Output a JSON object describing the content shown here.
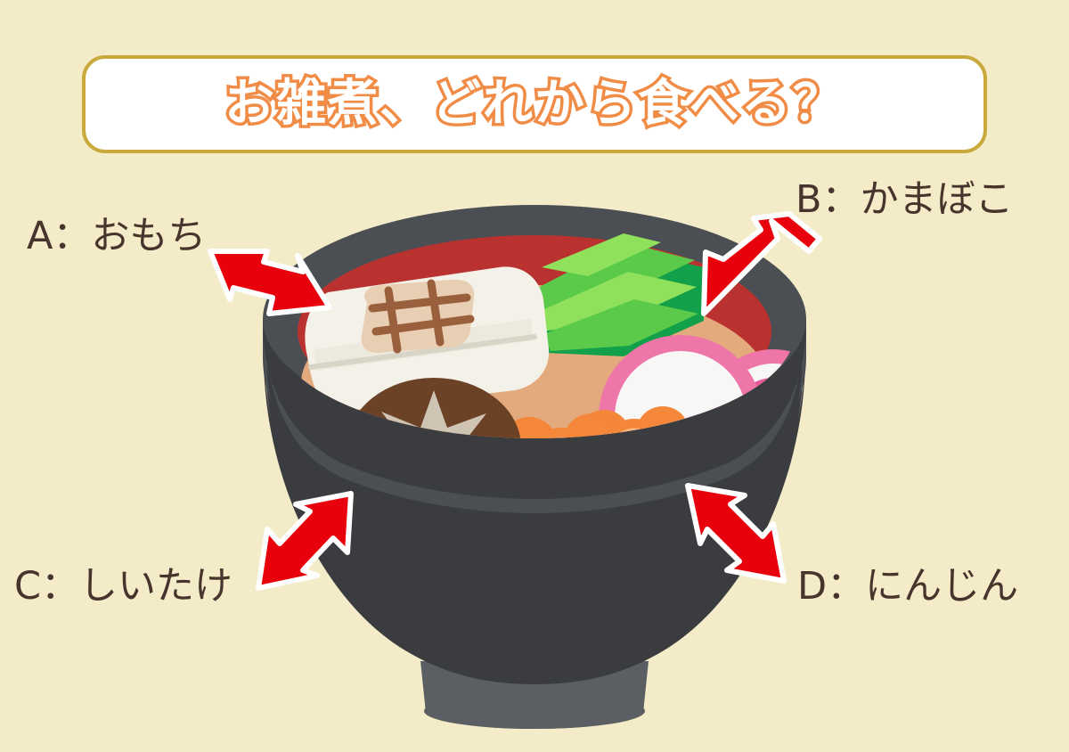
{
  "background_color": "#f4ecc8",
  "title": {
    "text": "お雑煮、どれから食べる？",
    "fill_color": "#ffffff",
    "outline_color": "#f08c46",
    "box_border_color": "#c9a93b",
    "box_fill_color": "#ffffff"
  },
  "options": [
    {
      "key": "A",
      "label": "A：おもち",
      "item": "mochi",
      "arrow_direction": "down-right",
      "arrow_color": "#e8000d"
    },
    {
      "key": "B",
      "label": "B：かまぼこ",
      "item": "kamaboko",
      "arrow_direction": "down-left",
      "arrow_color": "#e8000d"
    },
    {
      "key": "C",
      "label": "C：しいたけ",
      "item": "shiitake",
      "arrow_direction": "up-right",
      "arrow_color": "#e8000d"
    },
    {
      "key": "D",
      "label": "D：にんじん",
      "item": "ninjin",
      "arrow_direction": "up-left",
      "arrow_color": "#e8000d"
    }
  ],
  "illustration": {
    "subject": "ozoni-soup-bowl",
    "bowl_outer_color": "#3a3c40",
    "bowl_rim_color": "#4b4e53",
    "bowl_base_color": "#5b5e62",
    "bowl_interior_color": "#b93230",
    "broth_color": "#e3aa7d",
    "contents": [
      {
        "name": "mochi",
        "color": "#f4f1e8",
        "accent_color": "#9a5f3c"
      },
      {
        "name": "greens",
        "color": "#5bc94a",
        "accent_color": "#12a04b"
      },
      {
        "name": "kamaboko",
        "color": "#f7f7f5",
        "accent_color": "#ef76a8"
      },
      {
        "name": "shiitake",
        "color": "#6b4226",
        "accent_color": "#cfc3b4"
      },
      {
        "name": "ninjin",
        "color": "#f4873a",
        "accent_color": "#fbb57c"
      }
    ]
  },
  "label_text_color": "#47342c"
}
